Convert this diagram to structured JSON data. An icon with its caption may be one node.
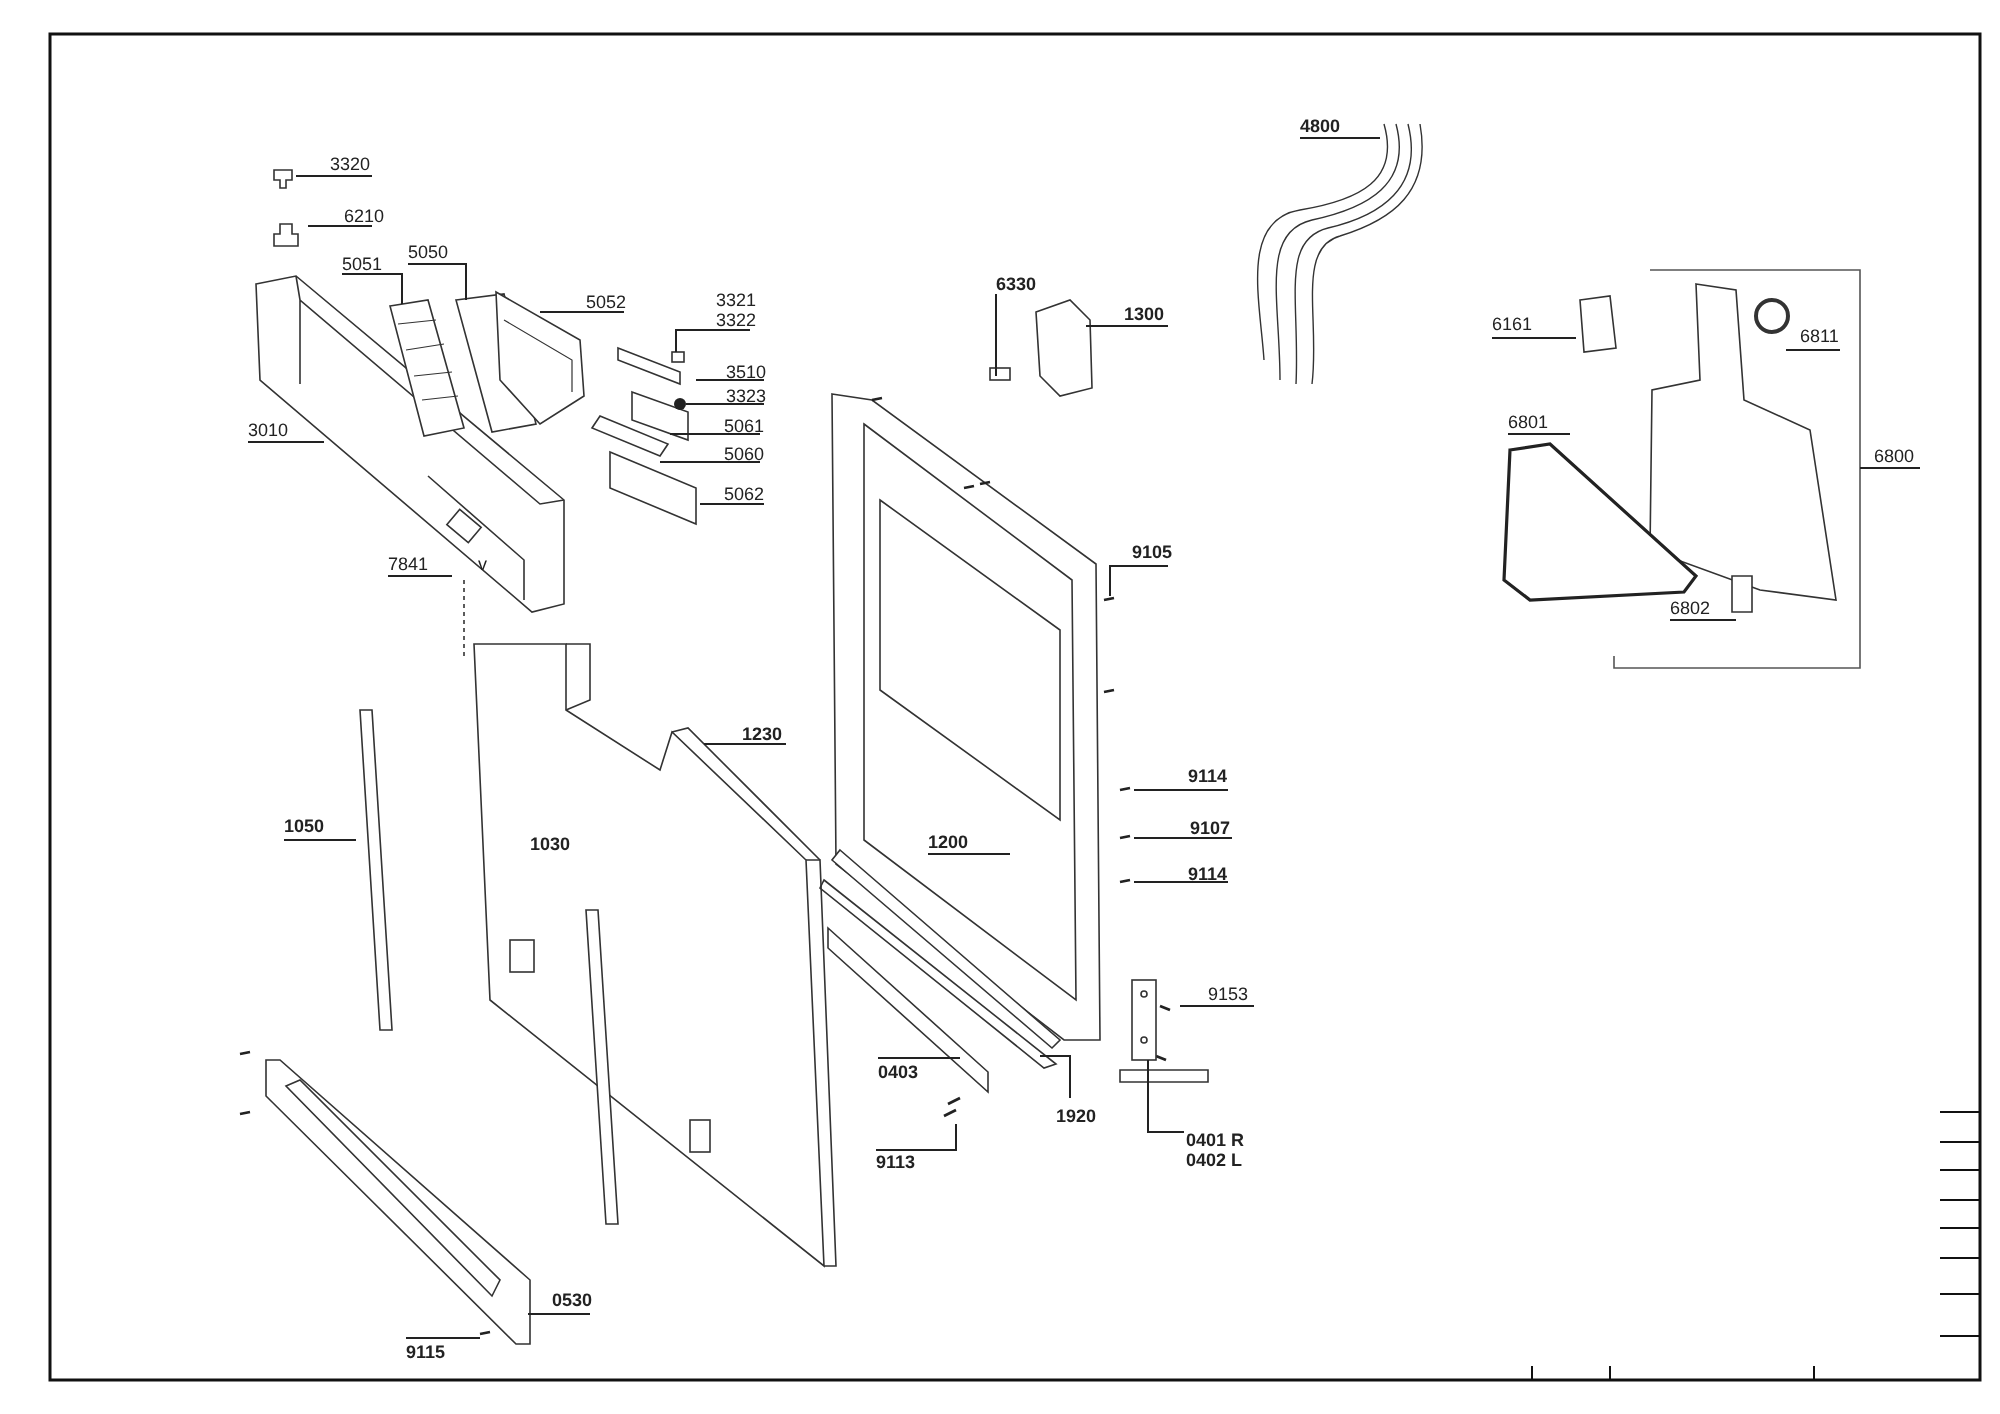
{
  "diagram": {
    "nodes": [
      {
        "text": [
          "3320"
        ]
      },
      {
        "text": [
          "6210"
        ]
      },
      {
        "text": [
          "5051"
        ]
      },
      {
        "text": [
          "5050"
        ]
      },
      {
        "text": [
          "5052"
        ]
      },
      {
        "text": [
          "3321",
          "3322"
        ]
      },
      {
        "text": [
          "3510"
        ]
      },
      {
        "text": [
          "3323"
        ]
      },
      {
        "text": [
          "5061"
        ]
      },
      {
        "text": [
          "5060"
        ]
      },
      {
        "text": [
          "5062"
        ]
      },
      {
        "text": [
          "3010"
        ]
      },
      {
        "text": [
          "7841"
        ],
        "beside": [
          "v"
        ]
      },
      {
        "text": [
          "6330"
        ]
      },
      {
        "text": [
          "1300"
        ]
      },
      {
        "text": [
          "4800"
        ]
      },
      {
        "text": [
          "9105"
        ]
      },
      {
        "text": [
          "6161"
        ]
      },
      {
        "text": [
          "6811"
        ]
      },
      {
        "text": [
          "6801"
        ]
      },
      {
        "text": [
          "6800"
        ]
      },
      {
        "text": [
          "6802"
        ]
      },
      {
        "text": [
          "1230"
        ]
      },
      {
        "text": [
          "1050"
        ]
      },
      {
        "text": [
          "1200"
        ]
      },
      {
        "text": [
          "9114"
        ]
      },
      {
        "text": [
          "9107"
        ]
      },
      {
        "text": [
          "9114"
        ]
      },
      {
        "text": [
          "9153"
        ]
      },
      {
        "text": [
          "0403"
        ]
      },
      {
        "text": [
          "1920"
        ]
      },
      {
        "text": [
          "0401 R",
          "0402 L"
        ]
      },
      {
        "text": [
          "9113"
        ]
      },
      {
        "text": [
          "0530"
        ]
      },
      {
        "text": [
          "9115"
        ]
      },
      {
        "text": [],
        "shape": "box"
      },
      {
        "text": [],
        "shape": "circle"
      },
      {
        "text": [],
        "shape": "picture"
      }
    ],
    "edges": [
      {
        "from": 0,
        "to": null,
        "arrow": "none"
      },
      {
        "from": 1,
        "to": null,
        "arrow": "none"
      },
      {
        "from": 2,
        "to": null,
        "arrow": "none"
      },
      {
        "from": 3,
        "to": null,
        "arrow": "none"
      },
      {
        "from": 4,
        "to": null,
        "arrow": "none"
      },
      {
        "from": 5,
        "to": 35,
        "arrow": "none"
      },
      {
        "from": 6,
        "to": null,
        "arrow": "none"
      },
      {
        "from": 7,
        "to": 36,
        "arrow": "none"
      },
      {
        "from": 8,
        "to": null,
        "arrow": "none"
      },
      {
        "from": 9,
        "to": null,
        "arrow": "none"
      },
      {
        "from": 10,
        "to": null,
        "arrow": "none"
      },
      {
        "from": 11,
        "to": null,
        "arrow": "none"
      },
      {
        "from": 12,
        "to": null,
        "arrow": "none"
      },
      {
        "from": 13,
        "to": null,
        "arrow": "none"
      },
      {
        "from": 14,
        "to": null,
        "arrow": "none"
      },
      {
        "from": 15,
        "to": null,
        "arrow": "none"
      },
      {
        "from": 16,
        "to": null,
        "arrow": "none"
      },
      {
        "from": 17,
        "to": null,
        "arrow": "none"
      },
      {
        "from": 18,
        "to": null,
        "arrow": "none"
      },
      {
        "from": 19,
        "to": null,
        "arrow": "none"
      },
      {
        "from": 20,
        "to": null,
        "arrow": "none"
      },
      {
        "from": 21,
        "to": null,
        "arrow": "none"
      },
      {
        "from": 22,
        "to": null,
        "arrow": "none"
      },
      {
        "from": 23,
        "to": null,
        "arrow": "none"
      },
      {
        "from": 24,
        "to": null,
        "arrow": "none"
      },
      {
        "from": 25,
        "to": null,
        "arrow": "none"
      },
      {
        "from": 26,
        "to": null,
        "arrow": "none"
      },
      {
        "from": 27,
        "to": null,
        "arrow": "none"
      },
      {
        "from": 28,
        "to": null,
        "arrow": "none"
      },
      {
        "from": 29,
        "to": null,
        "arrow": "none"
      },
      {
        "from": 30,
        "to": null,
        "arrow": "none"
      },
      {
        "from": 31,
        "to": 37,
        "arrow": "none"
      },
      {
        "from": 32,
        "to": null,
        "arrow": "none"
      },
      {
        "from": 33,
        "to": null,
        "arrow": "none"
      },
      {
        "from": 34,
        "to": null,
        "arrow": "none"
      }
    ],
    "labels": [
      "1030"
    ]
  }
}
